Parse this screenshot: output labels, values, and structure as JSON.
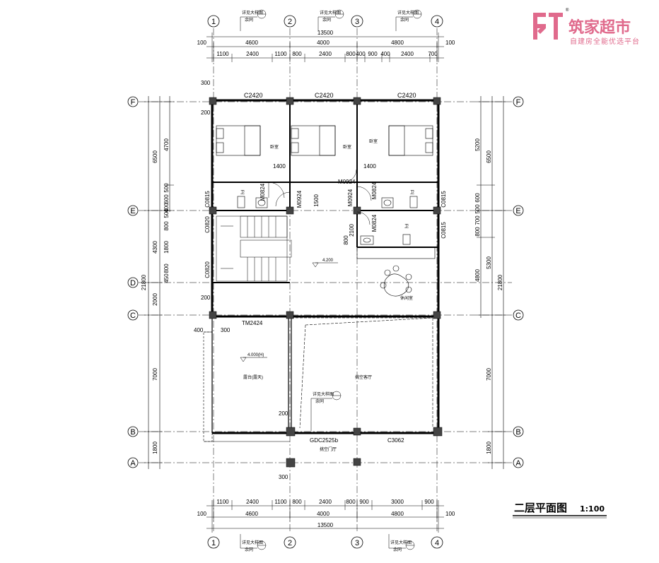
{
  "logo": {
    "name": "筑家超市",
    "tagline": "自建房全能优选平台",
    "mark": "®",
    "color": "#e06a8c"
  },
  "drawing_title": {
    "name": "二层平面图",
    "scale": "1:100"
  },
  "axes": {
    "columns": [
      "1",
      "2",
      "3",
      "4"
    ],
    "rows": [
      "F",
      "E",
      "D",
      "C",
      "B",
      "A"
    ]
  },
  "top_dims": {
    "total": "13500",
    "spans": [
      "4600",
      "4000",
      "4800"
    ],
    "edge": "100",
    "details": [
      "1100",
      "2400",
      "1100",
      "800",
      "2400",
      "800",
      "400",
      "900",
      "400",
      "2400",
      "700"
    ]
  },
  "bottom_dims": {
    "total": "13500",
    "spans": [
      "4600",
      "4000",
      "4800"
    ],
    "edge": "100",
    "details": [
      "1100",
      "2400",
      "1100",
      "800",
      "2400",
      "800",
      "900",
      "3000",
      "900"
    ]
  },
  "left_dims": {
    "total": "21800",
    "spans": [
      "6500",
      "4300",
      "2000",
      "7000",
      "1800"
    ],
    "sub": [
      "4700",
      "500",
      "600",
      "400",
      "500",
      "800",
      "1800",
      "800",
      "450"
    ]
  },
  "right_dims": {
    "total": "21800",
    "spans": [
      "6500",
      "5300",
      "7000",
      "1800"
    ],
    "sub": [
      "5200",
      "600",
      "500",
      "700",
      "800",
      "4800"
    ]
  },
  "windows": {
    "top": [
      "C2420",
      "C2420",
      "C2420"
    ],
    "side": [
      "C0815",
      "C0820",
      "C0820",
      "C0815",
      "C0815"
    ],
    "bottom": [
      "GDC2525b",
      "C3062"
    ],
    "door_balcony": "TM2424"
  },
  "doors": [
    "M0924",
    "M0824",
    "M0924",
    "M0924",
    "M0824",
    "M0824"
  ],
  "rooms": {
    "bedroom": "卧室",
    "toilet": "卫",
    "leisure": "休闲室",
    "balcony": "露台(露天)",
    "void": "挑空客厅",
    "porch": "挑空门厅"
  },
  "dims_misc": {
    "d1400a": "1400",
    "d1400b": "1400",
    "d1500": "1500",
    "d300": "300",
    "d200": "200",
    "d2100": "2100",
    "d800": "800",
    "d400": "400"
  },
  "levels": {
    "floor": "4.200",
    "balcony": "4.000(H)"
  },
  "detail_refs": [
    "详见大样图",
    "余同"
  ]
}
